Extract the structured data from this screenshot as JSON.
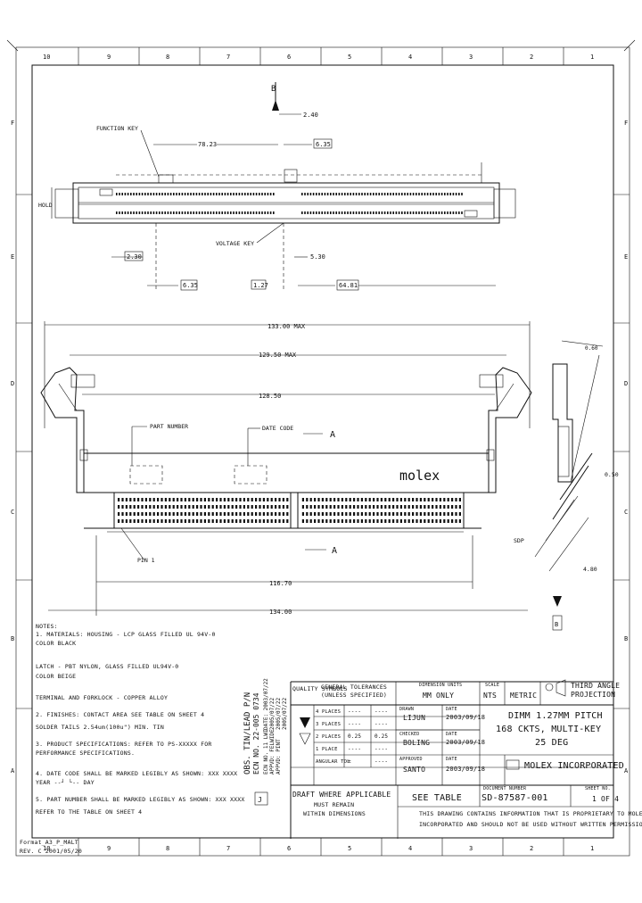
{
  "border": {
    "columns": [
      "10",
      "9",
      "8",
      "7",
      "6",
      "5",
      "4",
      "3",
      "2",
      "1"
    ],
    "rows": [
      "F",
      "E",
      "D",
      "C",
      "B",
      "A"
    ]
  },
  "top_view": {
    "section_mark": "B",
    "dims": [
      "2.40",
      "78.23",
      "6.35",
      "2.30",
      "1.27",
      "5.30",
      "64.81"
    ],
    "labels": [
      "FUNCTION KEY",
      "VOLTAGE KEY"
    ],
    "side_label": "HOLD"
  },
  "front_view": {
    "dims": [
      "133.00 MAX",
      "129.50 MAX",
      "128.50",
      "116.70",
      "134.00"
    ],
    "labels": [
      "PART NUMBER",
      "DATE CODE",
      "PIN 1"
    ],
    "section_marks": [
      "A",
      "A"
    ],
    "brand": "molex"
  },
  "side_view": {
    "dims": [
      "0.60",
      "4.80"
    ],
    "labels": [
      "0.50",
      "SDP"
    ],
    "section_mark": "B"
  },
  "notes": {
    "title": "NOTES:",
    "lines": [
      "1. MATERIALS: HOUSING - LCP GLASS FILLED UL 94V-0",
      "                COLOR BLACK",
      "                LATCH - PBT NYLON, GLASS FILLED UL94V-0",
      "                COLOR BEIGE",
      "                TERMINAL AND FORKLOCK - COPPER ALLOY",
      "2. FINISHES: CONTACT AREA SEE TABLE ON SHEET 4",
      "    SOLDER TAILS 2.54um(100u\") MIN. TIN",
      "3. PRODUCT SPECIFICATIONS: REFER TO PS-XXXXX FOR",
      "    PERFORMANCE SPECIFICATIONS.",
      "4. DATE CODE SHALL BE MARKED LEGIBLY AS SHOWN: XXX XXXX",
      "    YEAR --┘    └-- DAY",
      "5. PART NUMBER SHALL BE MARKED LEGIBLY AS SHOWN: XXX XXXX",
      "    REFER TO THE TABLE ON SHEET 4"
    ]
  },
  "revision_stamp": {
    "lines": [
      "OBS. TIN/LEAD P/N",
      "ECN NO. 22-005 0734",
      "ECN NO. 11 LWI",
      "APPVD: FELWIDE",
      "APPVD: PINT",
      "DATE: 2003/07/22",
      "2005/07/22",
      "2005/07/22",
      "2005/07/22"
    ]
  },
  "title_block": {
    "quality_symbols": "QUALITY SYMBOLS",
    "general_tolerances": [
      "GENERAL TOLERANCES",
      "(UNLESS SPECIFIED)"
    ],
    "drawn_unit_label": "DIMENSION UNITS",
    "units": "MM ONLY",
    "scale_label": "SCALE",
    "scale": "NTS",
    "metric": "METRIC",
    "projection": [
      "THIRD ANGLE",
      "PROJECTION"
    ],
    "tolerance_rows": [
      {
        "places": "4 PLACES",
        "plus": "----",
        "minus": "----"
      },
      {
        "places": "3 PLACES",
        "plus": "----",
        "minus": "----"
      },
      {
        "places": "2 PLACES",
        "plus": "0.25",
        "minus": "0.25"
      },
      {
        "places": "1 PLACE",
        "plus": "----",
        "minus": "----"
      },
      {
        "places": "ANGULAR TOL",
        "plus": "±",
        "minus": "----"
      }
    ],
    "drawn_by": "LIJUN",
    "drawn_date": "2003/09/18",
    "checked_by": "BOLING",
    "checked_date": "2003/09/18",
    "approved_by": "SANTO",
    "approved_date": "2003/09/18",
    "title": [
      "DIMM 1.27MM PITCH",
      "168 CKTS, MULTI-KEY",
      "25 DEG"
    ],
    "company": "MOLEX INCORPORATED",
    "draft_note": [
      "DRAFT WHERE APPLICABLE",
      "MUST REMAIN",
      "WITHIN DIMENSIONS"
    ],
    "material_no": "SEE TABLE",
    "doc_no": "SD-87587-001",
    "sheet": "1 OF 4",
    "proprietary": [
      "THIS DRAWING CONTAINS INFORMATION THAT IS PROPRIETARY TO MOLEX",
      "INCORPORATED AND SHOULD NOT BE USED WITHOUT WRITTEN PERMISSION"
    ],
    "small_labels": [
      "DRAWN",
      "DATE",
      "CHECKED",
      "DATE",
      "APPROVED",
      "DATE",
      "DOCUMENT NUMBER",
      "SHEET NO."
    ]
  },
  "format": {
    "template": "Format_A3_P_MALT",
    "date": "REV. C 2001/05/20"
  }
}
